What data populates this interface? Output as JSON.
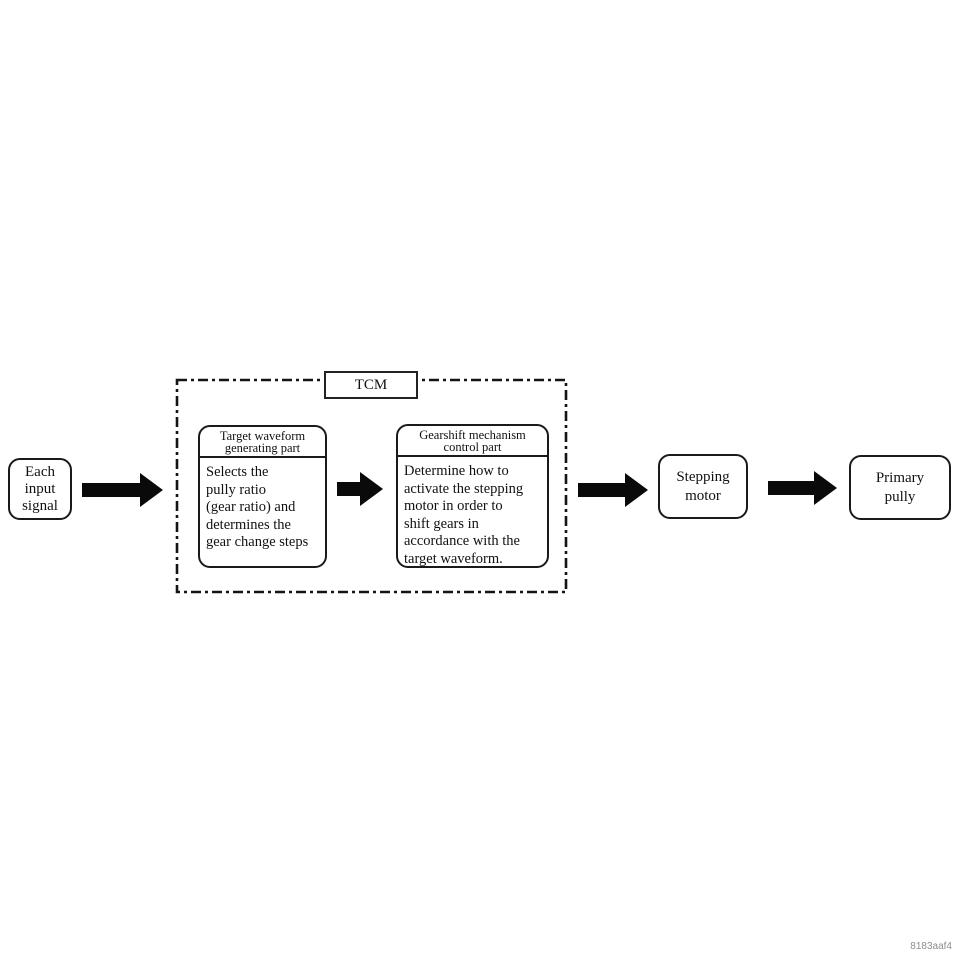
{
  "flow": {
    "input_node": {
      "label": "Each\ninput\nsignal"
    },
    "tcm_group": {
      "label": "TCM",
      "target_waveform_part": {
        "title": "Target waveform\ngenerating part",
        "body": "Selects the\npully ratio\n(gear ratio) and\ndetermines the\ngear change steps"
      },
      "gearshift_part": {
        "title": "Gearshift mechanism\ncontrol part",
        "body": "Determine how to\nactivate the stepping\nmotor in order to\nshift gears in\naccordance with the\ntarget waveform."
      }
    },
    "stepping_motor_node": {
      "label": "Stepping\nmotor"
    },
    "primary_pully_node": {
      "label": "Primary\npully"
    }
  },
  "footer": {
    "code": "8183aaf4"
  },
  "colors": {
    "line": "#1a1a1a",
    "arrow": "#0a0a0a",
    "background": "#ffffff",
    "footer_text": "#8e8e8e"
  }
}
